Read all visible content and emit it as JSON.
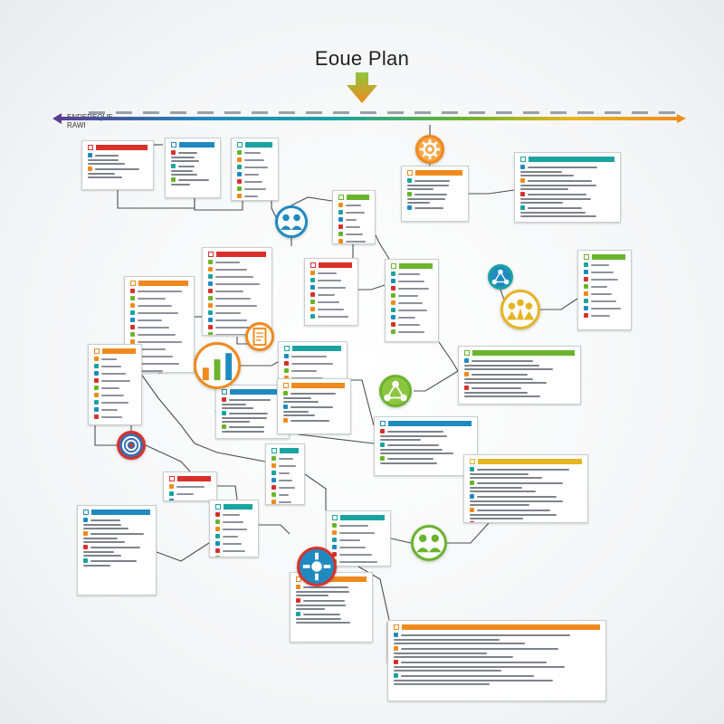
{
  "header": {
    "title": "Eoue Plan",
    "start_label_line1": "ENDEREQUE",
    "start_label_line2": "RAWI"
  },
  "colors": {
    "red": "#d9302c",
    "orange": "#f08a1c",
    "purple": "#5b3c8f",
    "blue": "#1f8ac0",
    "teal": "#1aa3a0",
    "green": "#6ab42d",
    "yellow": "#e6b422",
    "timeline_gradient": [
      "#5b3c8f",
      "#1f8ac0",
      "#1aa3a0",
      "#6ab42d",
      "#e6b422",
      "#f08a1c"
    ],
    "connector": "#4a4f57"
  },
  "icons": [
    "arrow-down-icon",
    "gear-icon",
    "people-icon",
    "target-icon",
    "tools-icon",
    "chart-icon",
    "team-icon",
    "network-icon",
    "document-icon"
  ]
}
